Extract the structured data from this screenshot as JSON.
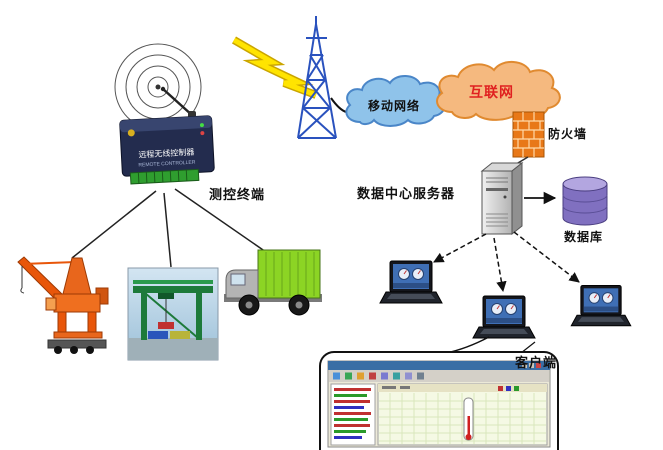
{
  "labels": {
    "terminal": "测控终端",
    "mobile_network": "移动网络",
    "internet": "互联网",
    "firewall": "防火墙",
    "data_center_server": "数据中心服务器",
    "database": "数据库",
    "client": "客户端"
  },
  "device": {
    "caption_cn": "远程无线控制器",
    "caption_en": "REMOTE CONTROLLER"
  },
  "colors": {
    "mobile_cloud_fill": "#8fc3ea",
    "mobile_cloud_stroke": "#4a86c8",
    "internet_cloud_fill": "#f5b97f",
    "internet_cloud_stroke": "#e08a30",
    "internet_text": "#e02020",
    "firewall_brick": "#e87818",
    "database_fill": "#8070c0",
    "lightning": "#ffe400",
    "tower": "#2a52be",
    "device_body": "#232c4e",
    "terminal_block": "#2f9e2f",
    "truck_container": "#8cd424",
    "crane_orange": "#e8560a",
    "gantry_green": "#1d7a3a",
    "laptop_screen": "#3f6fb5"
  }
}
